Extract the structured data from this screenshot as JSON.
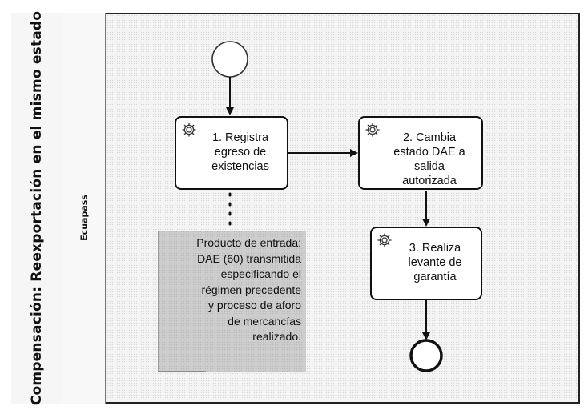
{
  "pool": {
    "title": "Compensación: Reexportación en el mismo estado"
  },
  "lane": {
    "title": "Ecuapass"
  },
  "tasks": [
    {
      "id": "t1",
      "label": "1. Registra\negreso de\nexistencias",
      "icon": "gear-icon"
    },
    {
      "id": "t2",
      "label": "2. Cambia\nestado DAE a salida\nautorizada",
      "icon": "gear-icon"
    },
    {
      "id": "t3",
      "label": "3. Realiza\nlevante de\ngarantía",
      "icon": "gear-icon"
    }
  ],
  "annotation": {
    "text": "Producto de entrada:\nDAE (60) transmitida\nespecificando el\nrégimen precedente\ny proceso de aforo\nde mercancías\nrealizado."
  },
  "events": {
    "start": "start-event",
    "end": "end-event"
  },
  "colors": {
    "stroke": "#111111",
    "task_fill": "#ffffff",
    "note_fill": "#cdcdcd"
  }
}
